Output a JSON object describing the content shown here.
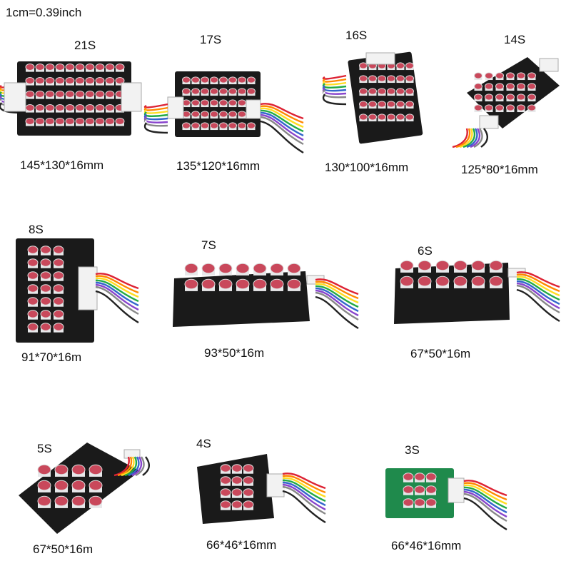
{
  "scale_note": "1cm=0.39inch",
  "products": [
    {
      "series": "21S",
      "dimensions": "145*130*16mm"
    },
    {
      "series": "17S",
      "dimensions": "135*120*16mm"
    },
    {
      "series": "16S",
      "dimensions": "130*100*16mm"
    },
    {
      "series": "14S",
      "dimensions": "125*80*16mm"
    },
    {
      "series": "8S",
      "dimensions": "91*70*16m"
    },
    {
      "series": "7S",
      "dimensions": "93*50*16m"
    },
    {
      "series": "6S",
      "dimensions": "67*50*16m"
    },
    {
      "series": "5S",
      "dimensions": "67*50*16m"
    },
    {
      "series": "4S",
      "dimensions": "66*46*16mm"
    },
    {
      "series": "3S",
      "dimensions": "66*46*16mm"
    }
  ],
  "colors": {
    "board": "#1a1a1a",
    "board_green": "#1f8a4c",
    "capacitor_top": "#c9485b",
    "capacitor_body": "#e8e8ea",
    "wire_colors": [
      "#d23",
      "#f80",
      "#fd2",
      "#2a4",
      "#36c",
      "#84c",
      "#888",
      "#fff",
      "#222"
    ]
  }
}
